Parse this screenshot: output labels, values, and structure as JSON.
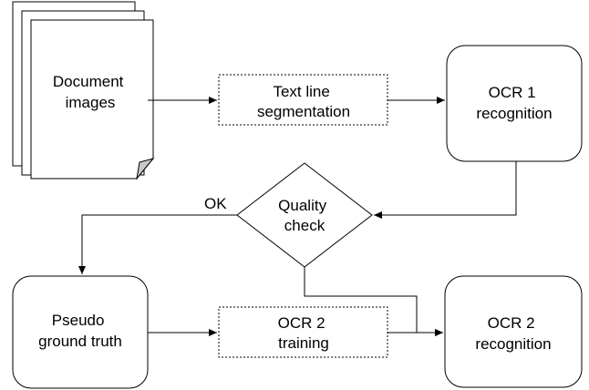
{
  "nodes": {
    "document_images": {
      "lines": [
        "Document",
        "images"
      ]
    },
    "text_line_segmentation": {
      "lines": [
        "Text line",
        "segmentation"
      ]
    },
    "ocr1_recognition": {
      "lines": [
        "OCR 1",
        "recognition"
      ]
    },
    "quality_check": {
      "lines": [
        "Quality",
        "check"
      ]
    },
    "pseudo_ground_truth": {
      "lines": [
        "Pseudo",
        "ground truth"
      ]
    },
    "ocr2_training": {
      "lines": [
        "OCR 2",
        "training"
      ]
    },
    "ocr2_recognition": {
      "lines": [
        "OCR 2",
        "recognition"
      ]
    }
  },
  "edges": {
    "ok_label": "OK"
  },
  "colors": {
    "stroke": "#000000",
    "fill": "#ffffff"
  }
}
